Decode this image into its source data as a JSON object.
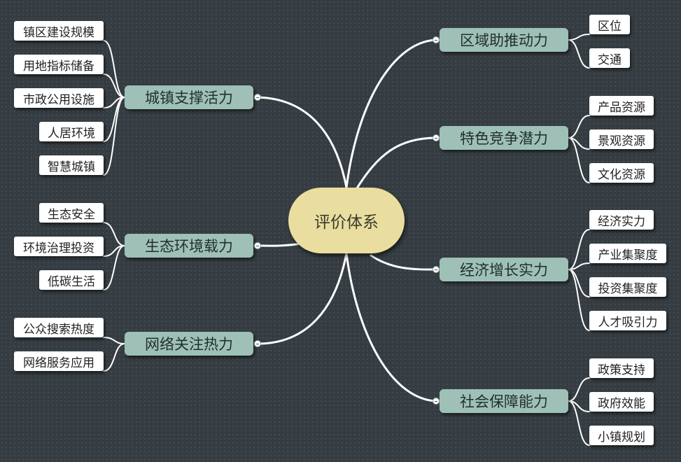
{
  "center": "评价体系",
  "left": [
    {
      "label": "城镇支撑活力",
      "children": [
        "镇区建设规模",
        "用地指标储备",
        "市政公用设施",
        "人居环境",
        "智慧城镇"
      ]
    },
    {
      "label": "生态环境载力",
      "children": [
        "生态安全",
        "环境治理投资",
        "低碳生活"
      ]
    },
    {
      "label": "网络关注热力",
      "children": [
        "公众搜索热度",
        "网络服务应用"
      ]
    }
  ],
  "right": [
    {
      "label": "区域助推动力",
      "children": [
        "区位",
        "交通"
      ]
    },
    {
      "label": "特色竞争潜力",
      "children": [
        "产品资源",
        "景观资源",
        "文化资源"
      ]
    },
    {
      "label": "经济增长实力",
      "children": [
        "经济实力",
        "产业集聚度",
        "投资集聚度",
        "人才吸引力"
      ]
    },
    {
      "label": "社会保障能力",
      "children": [
        "政策支持",
        "政府效能",
        "小镇规划"
      ]
    }
  ]
}
